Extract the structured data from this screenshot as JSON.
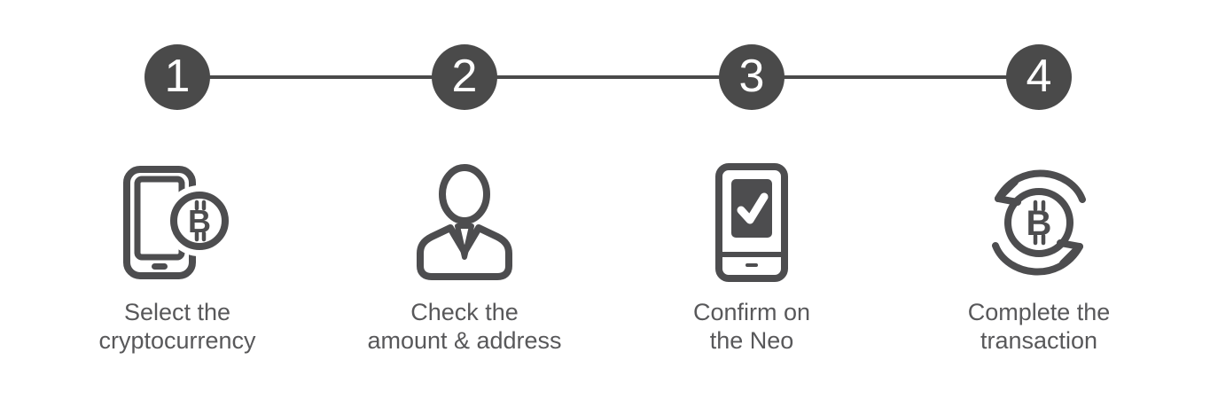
{
  "theme": {
    "background": "#ffffff",
    "circle-color": "#4a4a4a",
    "connector-color": "#4a4a4a",
    "number-color": "#ffffff",
    "label-color": "#58585a",
    "icon-color": "#4d4d4f"
  },
  "icons": {
    "bitcoin_glyph": "B"
  },
  "stepper": {
    "steps": [
      {
        "number": "1",
        "icon": "smartphone-bitcoin-icon",
        "label_line1": "Select the",
        "label_line2": "cryptocurrency"
      },
      {
        "number": "2",
        "icon": "businessman-icon",
        "label_line1": "Check the",
        "label_line2": "amount & address"
      },
      {
        "number": "3",
        "icon": "device-checkmark-icon",
        "label_line1": "Confirm on",
        "label_line2": "the Neo"
      },
      {
        "number": "4",
        "icon": "bitcoin-exchange-cycle-icon",
        "label_line1": "Complete the",
        "label_line2": "transaction"
      }
    ]
  }
}
